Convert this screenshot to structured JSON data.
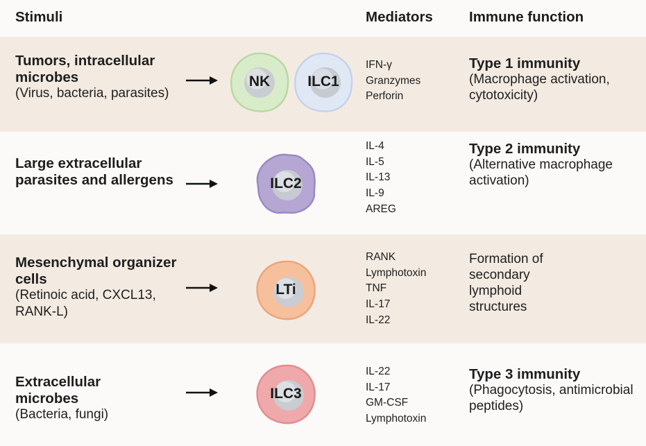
{
  "headers": {
    "stimuli": "Stimuli",
    "mediators": "Mediators",
    "function": "Immune function"
  },
  "rows": [
    {
      "stimulus_title": "Tumors, intracellular microbes",
      "stimulus_sub": "(Virus, bacteria, parasites)",
      "cells": [
        {
          "label": "NK",
          "color": "#d9ecca",
          "edge": "#b9d8a3",
          "nucleus": "#c9ccd0"
        },
        {
          "label": "ILC1",
          "color": "#e0e8f6",
          "edge": "#c5d2ea",
          "nucleus": "#c6cbd2"
        }
      ],
      "mediators": [
        "IFN-γ",
        "Granzymes",
        "Perforin"
      ],
      "function_title": "Type 1 immunity",
      "function_sub": "(Macrophage activation, cytotoxicity)",
      "bg": "#f3ebe2"
    },
    {
      "stimulus_title": "Large extracellular parasites and allergens",
      "stimulus_sub": "",
      "cells": [
        {
          "label": "ILC2",
          "color": "#b5a6d3",
          "edge": "#9a89c3",
          "nucleus": "#c6cad2"
        }
      ],
      "mediators": [
        "IL-4",
        "IL-5",
        "IL-13",
        "IL-9",
        "AREG"
      ],
      "function_title": "Type 2 immunity",
      "function_sub": "(Alternative macrophage activation)",
      "bg": "#fbfaf8"
    },
    {
      "stimulus_title": "Mesenchymal organizer cells",
      "stimulus_sub": "(Retinoic acid, CXCL13, RANK-L)",
      "cells": [
        {
          "label": "LTi",
          "color": "#f7c09c",
          "edge": "#eda47c",
          "nucleus": "#c9ccd0"
        }
      ],
      "mediators": [
        "RANK",
        "Lymphotoxin",
        "TNF",
        "IL-17",
        "IL-22"
      ],
      "function_title": "",
      "function_sub": "Formation of secondary lymphoid structures",
      "bg": "#f3ebe2"
    },
    {
      "stimulus_title": "Extracellular microbes",
      "stimulus_sub": "(Bacteria, fungi)",
      "cells": [
        {
          "label": "ILC3",
          "color": "#f0a9ab",
          "edge": "#e38c8f",
          "nucleus": "#c9ccd0"
        }
      ],
      "mediators": [
        "IL-22",
        "IL-17",
        "GM-CSF",
        "Lymphotoxin"
      ],
      "function_title": "Type 3 immunity",
      "function_sub": "(Phagocytosis, antimicrobial peptides)",
      "bg": "#fbfaf8"
    }
  ]
}
